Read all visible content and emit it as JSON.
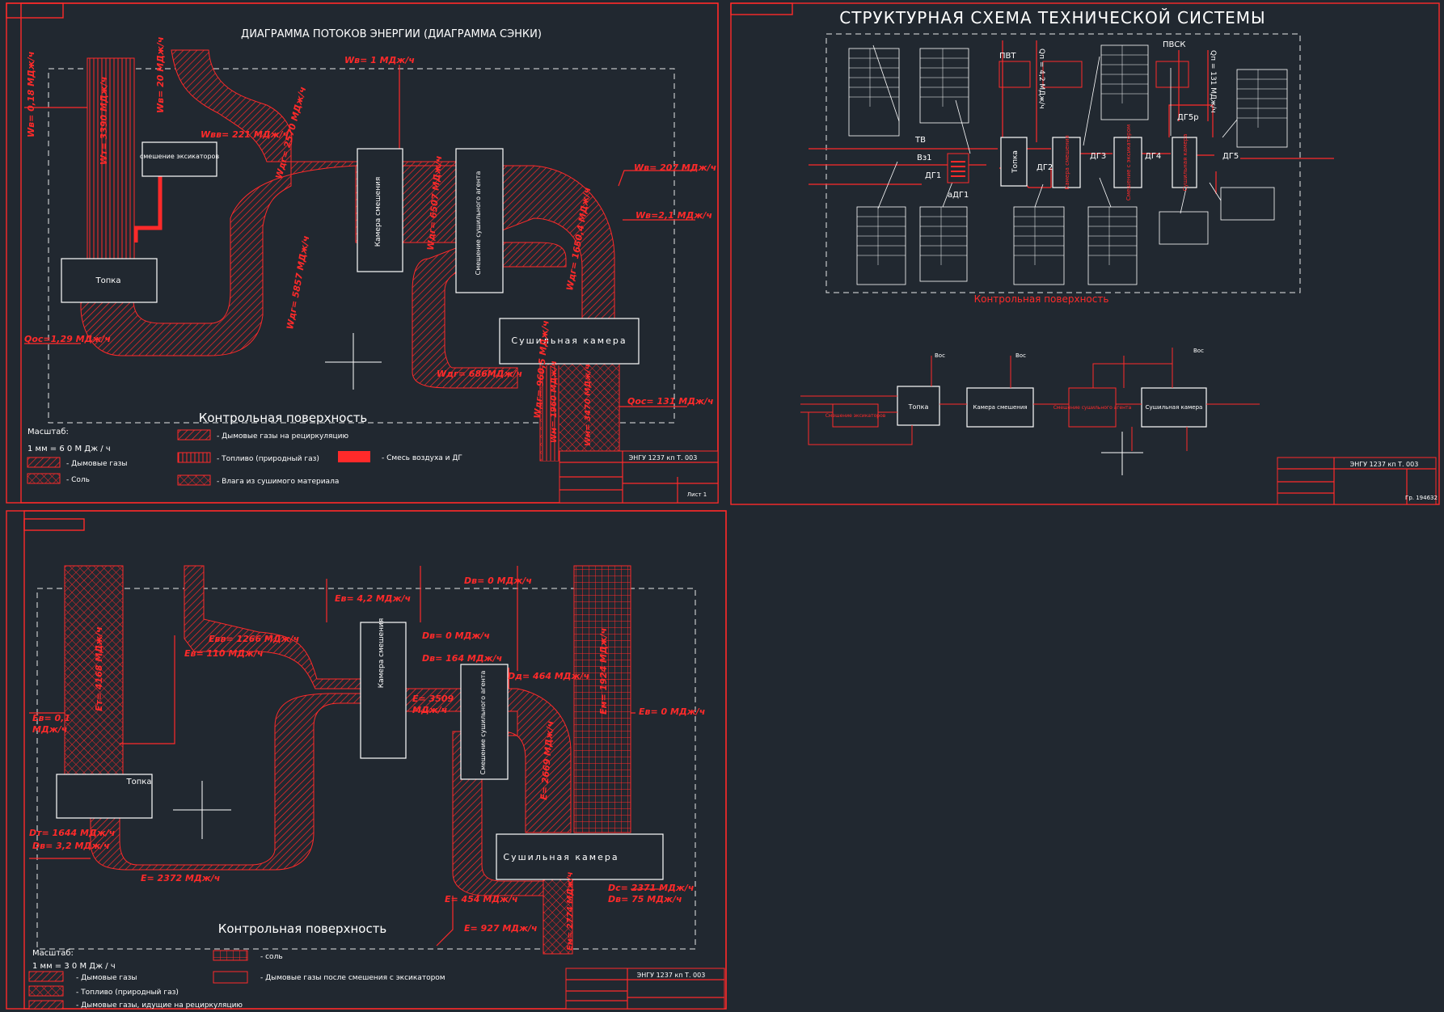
{
  "sheet1": {
    "title": "ДИАГРАММА ПОТОКОВ ЭНЕРГИИ (ДИАГРАММА СЭНКИ)",
    "boxes": {
      "furnace": "Топка",
      "mixing_chamber": "Камера смешения",
      "mixing_ex": "смешение эксикаторов",
      "mixing_dryer": "Смешение сушильного агента",
      "dryer": "Сушильная камера"
    },
    "labels": {
      "w018": "Wв= 0,18 МДж/ч",
      "w3390": "Wт= 3390 МДж/ч",
      "w20": "Wв= 20 МДж/ч",
      "w221": "Wвв= 221 МДж/ч",
      "w2570": "Wдг= 2570 МДж/ч",
      "w1": "Wв= 1 МДж/ч",
      "w207": "Wв= 207 МДж/ч",
      "w21": "Wв=2,1 МДж/ч",
      "w6507": "Wдг= 6507 МДж/ч",
      "w5857": "Wдг= 5857 МДж/ч",
      "w1650": "Wдг= 1650,4 МДж/ч",
      "qoc": "Qос=1,29 МДж/ч",
      "w686": "Wдг= 686МДж/ч",
      "w960": "Wдг= 960,5 МДж/ч",
      "w1960": "Wм= 1960 МДж/ч",
      "w3470": "Wм= 3470 МДж/ч",
      "q131": "Qос= 131 МДж/ч"
    },
    "control_surface": "Контрольная поверхность",
    "legend_title": "Масштаб:",
    "scale": "1 мм = 6 0 М Дж / ч",
    "legend": [
      "- Дымовые газы",
      "- Соль",
      "- Дымовые газы на рециркуляцию",
      "- Топливо (природный газ)",
      "- Влага из сушимого материала",
      "- Смесь воздуха и ДГ"
    ],
    "stamp_code": "ЭНГУ 1237 кп Т. 003",
    "stamp_sheet": "Лист 1"
  },
  "sheet2": {
    "title": "СТРУКТУРНАЯ СХЕМА ТЕХНИЧЕСКОЙ СИСТЕМЫ",
    "stream_labels": {
      "pvt": "ПВТ",
      "pvsk": "ПВСК",
      "q42": "Qп = 4,2 МДж/ч",
      "q131": "Qп = 131 МДж/ч",
      "tv": "ТВ",
      "vz1": "Вз1",
      "dg1": "ДГ1",
      "adg1": "аДГ1",
      "dg2": "ДГ2",
      "dg3": "ДГ3",
      "dg4": "ДГ4",
      "dg5": "ДГ5",
      "dg5r": "ДГ5р"
    },
    "boxes": {
      "furnace": "Топка",
      "mixing": "Камера смешения",
      "mixing_ex": "Смешение с эксикатором",
      "dryer": "Сушильная камера"
    },
    "control_surface": "Контрольная поверхность",
    "small_boxes": {
      "ex": "Смешение эксикаторов",
      "furnace": "Топка",
      "chamber": "Камера смешения",
      "mix_dry": "Смешение сушильного агента",
      "dryer": "Сушильная камера"
    },
    "small_out1": "Вос",
    "small_out2": "Вос",
    "small_out3": "Вос",
    "stamp_code": "ЭНГУ 1237 кп Т. 003",
    "stamp_group": "Гр. 194632"
  },
  "sheet3": {
    "boxes": {
      "furnace": "Топка",
      "mixing_chamber": "Камера смешения",
      "mixing_dryer": "Смешение сушильного агента",
      "dryer": "Сушильная камера"
    },
    "labels": {
      "e4168": "Ет= 4168 МДж/ч",
      "e42": "Ев= 4,2 МДж/ч",
      "d0": "Dв= 0 МДж/ч",
      "e1266": "Евв= 1266 МДж/ч",
      "e110": "Ев= 110 МДж/ч",
      "d0b": "Dв= 0 МДж/ч",
      "d164": "Dв= 164 МДж/ч",
      "e01": "Ев= 0,1",
      "e01b": "МДж/ч",
      "e3509": "Е= 3509",
      "e3509b": "МДж/ч",
      "d464": "Dд= 464 МДж/ч",
      "e1924": "Ем= 1924 МДж/ч",
      "e0": "Ев= 0 МДж/ч",
      "e2669": "Е= 2669 МДж/ч",
      "d1644": "Dт= 1644 МДж/ч",
      "d32": "Dв= 3,2 МДж/ч",
      "e2372": "Е= 2372 МДж/ч",
      "d2371": "Dс= 2371 МДж/ч",
      "d75": "Dв= 75 МДж/ч",
      "e454": "Е= 454 МДж/ч",
      "e927": "Е= 927 МДж/ч",
      "e2774": "Ем= 2774 МДж/ч"
    },
    "control_surface": "Контрольная поверхность",
    "legend_title": "Масштаб:",
    "scale": "1 мм = 3 0 М Дж / ч",
    "legend": [
      "- Дымовые газы",
      "- Топливо (природный газ)",
      "- Дымовые газы, идущие на рециркуляцию",
      "- соль",
      "- Дымовые газы после смешения с эксикатором"
    ],
    "stamp_code": "ЭНГУ 1237 кп Т. 003"
  },
  "colors": {
    "background": "#212830",
    "accent": "#ff2a2a",
    "line": "#ffffff"
  }
}
